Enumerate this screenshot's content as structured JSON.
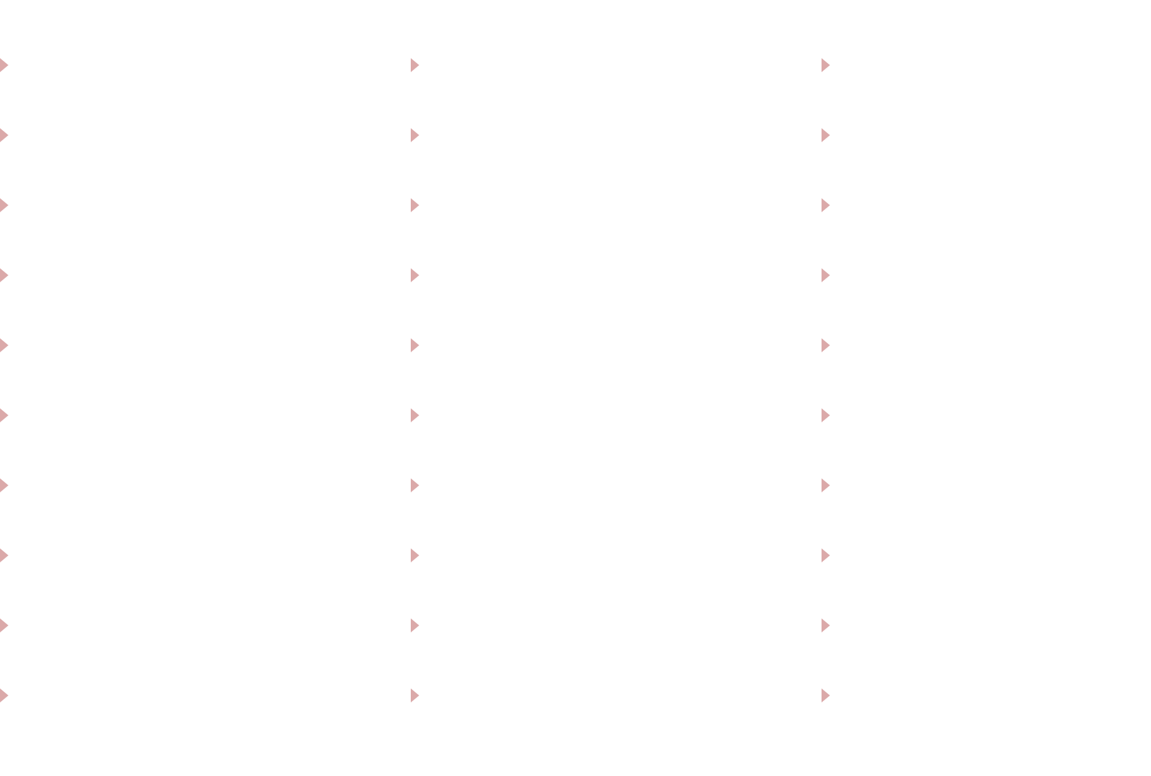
{
  "grid": {
    "columns": 3,
    "rows": 10,
    "icon": "disclosure-triangle-right-icon",
    "state": "collapsed",
    "icon_color": "#dba9a9",
    "background": "#ffffff"
  }
}
